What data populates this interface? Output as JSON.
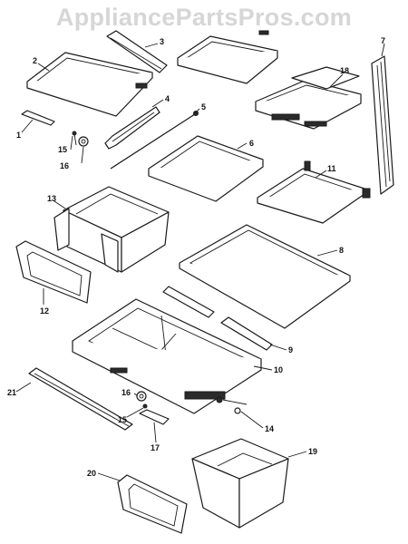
{
  "watermark": "AppliancePartsPros.com",
  "callouts": {
    "c1": "1",
    "c2": "2",
    "c3": "3",
    "c4": "4",
    "c5": "5",
    "c6": "6",
    "c7": "7",
    "c8": "8",
    "c9": "9",
    "c10": "10",
    "c11": "11",
    "c12": "12",
    "c13": "13",
    "c14": "14",
    "c15a": "15",
    "c15b": "15",
    "c16a": "16",
    "c16b": "16",
    "c17": "17",
    "c18": "18",
    "c19": "19",
    "c20": "20",
    "c21": "21"
  }
}
